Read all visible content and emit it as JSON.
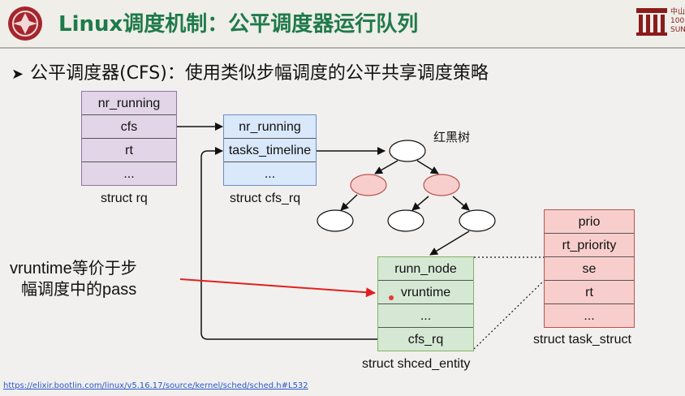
{
  "header": {
    "title": "Linux调度机制：公平调度器运行队列",
    "title_color": "#1f7a4a",
    "left_logo_icon": "university-badge-icon",
    "right_logo_icon": "university-logo-icon",
    "right_logo_text_line1": "中山",
    "right_logo_text_line2": "100",
    "right_logo_text_line3": "SUN"
  },
  "bullet": {
    "marker": "➤",
    "text": "公平调度器(CFS)：使用类似步幅调度的公平共享调度策略"
  },
  "diagram": {
    "rq": {
      "fields": [
        "nr_running",
        "cfs",
        "rt",
        "..."
      ],
      "label": "struct rq",
      "color": "#e1d5e7"
    },
    "cfs_rq": {
      "fields": [
        "nr_running",
        "tasks_timeline",
        "..."
      ],
      "label": "struct cfs_rq",
      "color": "#dae8fc"
    },
    "tree": {
      "label": "红黑树",
      "red_node_color": "#f8cecc",
      "black_node_color": "#ffffff"
    },
    "sched_entity": {
      "fields": [
        "runn_node",
        "vruntime",
        "...",
        "cfs_rq"
      ],
      "label": "struct shced_entity",
      "color": "#d5e8d4"
    },
    "task_struct": {
      "fields": [
        "prio",
        "rt_priority",
        "se",
        "rt",
        "..."
      ],
      "label": "struct task_struct",
      "color": "#f8cecc"
    }
  },
  "annotation": {
    "line1": "vruntime等价于步",
    "line2": "幅调度中的pass",
    "arrow_color": "#e02020"
  },
  "footer": {
    "url": "https://elixir.bootlin.com/linux/v5.16.17/source/kernel/sched/sched.h#L532"
  }
}
